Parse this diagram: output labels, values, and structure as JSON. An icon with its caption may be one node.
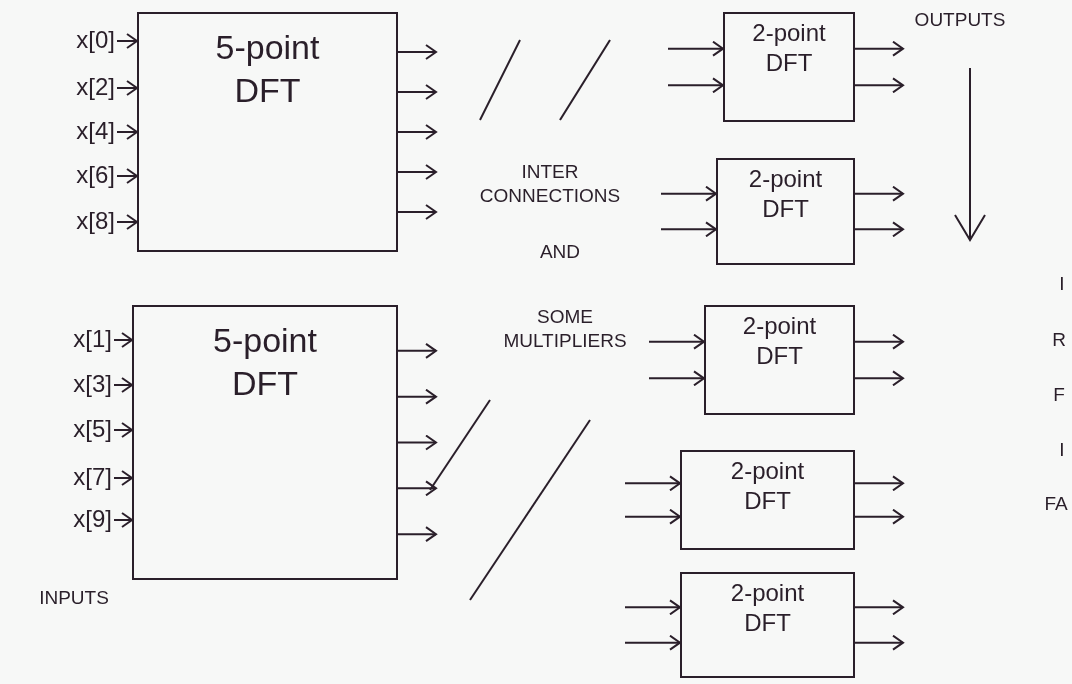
{
  "diagram": {
    "nodes": [
      {
        "text": [
          "x[0]"
        ]
      },
      {
        "text": [
          "x[2]"
        ]
      },
      {
        "text": [
          "x[4]"
        ]
      },
      {
        "text": [
          "x[6]"
        ]
      },
      {
        "text": [
          "x[8]"
        ]
      },
      {
        "text": [
          "5-point DFT"
        ]
      },
      {
        "text": [
          "x[1]"
        ]
      },
      {
        "text": [
          "x[3]"
        ]
      },
      {
        "text": [
          "x[5]"
        ]
      },
      {
        "text": [
          "x[7]"
        ]
      },
      {
        "text": [
          "x[9]"
        ]
      },
      {
        "text": [
          "5-point DFT"
        ]
      },
      {
        "text": [
          "2-point DFT"
        ]
      },
      {
        "text": [
          "2-point DFT"
        ]
      },
      {
        "text": [
          "2-point DFT"
        ]
      },
      {
        "text": [
          "2-point DFT"
        ]
      },
      {
        "text": [
          "2-point DFT"
        ]
      }
    ],
    "edges": [
      {
        "from": 0,
        "to": 5,
        "arrow": "to"
      },
      {
        "from": 1,
        "to": 5,
        "arrow": "to"
      },
      {
        "from": 2,
        "to": 5,
        "arrow": "to"
      },
      {
        "from": 3,
        "to": 5,
        "arrow": "to"
      },
      {
        "from": 4,
        "to": 5,
        "arrow": "to"
      },
      {
        "from": 6,
        "to": 11,
        "arrow": "to"
      },
      {
        "from": 7,
        "to": 11,
        "arrow": "to"
      },
      {
        "from": 8,
        "to": 11,
        "arrow": "to"
      },
      {
        "from": 9,
        "to": 11,
        "arrow": "to"
      },
      {
        "from": 10,
        "to": 11,
        "arrow": "to"
      },
      {
        "from": 5,
        "to": null,
        "arrow": "to"
      },
      {
        "from": 5,
        "to": null,
        "arrow": "to"
      },
      {
        "from": 5,
        "to": null,
        "arrow": "to"
      },
      {
        "from": 5,
        "to": null,
        "arrow": "to"
      },
      {
        "from": 5,
        "to": null,
        "arrow": "to"
      },
      {
        "from": 11,
        "to": null,
        "arrow": "to"
      },
      {
        "from": 11,
        "to": null,
        "arrow": "to"
      },
      {
        "from": 11,
        "to": null,
        "arrow": "to"
      },
      {
        "from": 11,
        "to": null,
        "arrow": "to"
      },
      {
        "from": 11,
        "to": null,
        "arrow": "to"
      },
      {
        "from": null,
        "to": 12,
        "arrow": "to"
      },
      {
        "from": null,
        "to": 12,
        "arrow": "to"
      },
      {
        "from": 12,
        "to": null,
        "arrow": "to"
      },
      {
        "from": 12,
        "to": null,
        "arrow": "to"
      },
      {
        "from": null,
        "to": 13,
        "arrow": "to"
      },
      {
        "from": null,
        "to": 13,
        "arrow": "to"
      },
      {
        "from": 13,
        "to": null,
        "arrow": "to"
      },
      {
        "from": 13,
        "to": null,
        "arrow": "to"
      },
      {
        "from": null,
        "to": 14,
        "arrow": "to"
      },
      {
        "from": null,
        "to": 14,
        "arrow": "to"
      },
      {
        "from": 14,
        "to": null,
        "arrow": "to"
      },
      {
        "from": 14,
        "to": null,
        "arrow": "to"
      },
      {
        "from": null,
        "to": 15,
        "arrow": "to"
      },
      {
        "from": null,
        "to": 15,
        "arrow": "to"
      },
      {
        "from": 15,
        "to": null,
        "arrow": "to"
      },
      {
        "from": 15,
        "to": null,
        "arrow": "to"
      },
      {
        "from": null,
        "to": 16,
        "arrow": "to"
      },
      {
        "from": null,
        "to": 16,
        "arrow": "to"
      },
      {
        "from": 16,
        "to": null,
        "arrow": "to"
      },
      {
        "from": 16,
        "to": null,
        "arrow": "to"
      }
    ],
    "labels": [
      "OUTPUTS",
      "INTER CONNECTIONS",
      "AND",
      "SOME MULTIPLIERS",
      "I",
      "R",
      "F",
      "I",
      "FA",
      "INPUTS"
    ]
  }
}
